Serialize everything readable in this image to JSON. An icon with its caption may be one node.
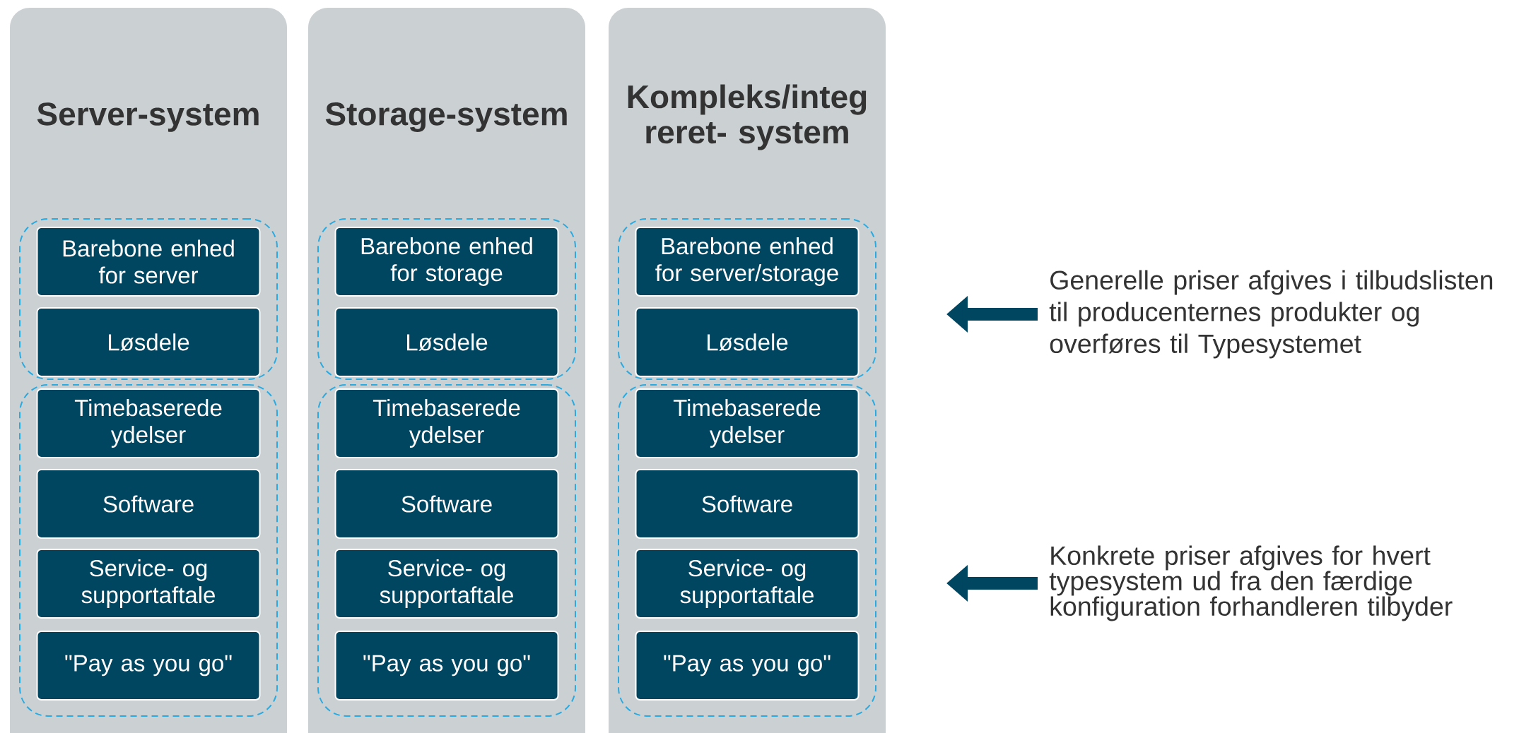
{
  "diagram": {
    "nodes": [
      {
        "text": [
          "Server-system"
        ]
      },
      {
        "text": [],
        "shape": "box",
        "in": 0
      },
      {
        "text": [
          "Barebone enhed for server"
        ],
        "in": 1
      },
      {
        "text": [
          "Løsdele"
        ],
        "in": 1
      },
      {
        "text": [],
        "shape": "box",
        "in": 0
      },
      {
        "text": [
          "Timebaserede ydelser"
        ],
        "in": 4
      },
      {
        "text": [
          "Software"
        ],
        "in": 4
      },
      {
        "text": [
          "Service- og supportaftale"
        ],
        "in": 4
      },
      {
        "text": [
          "\"Pay as you go\""
        ],
        "in": 4
      },
      {
        "text": [
          "Storage-system"
        ]
      },
      {
        "text": [],
        "shape": "box",
        "in": 9
      },
      {
        "text": [
          "Barebone enhed for storage"
        ],
        "in": 10
      },
      {
        "text": [
          "Løsdele"
        ],
        "in": 10
      },
      {
        "text": [],
        "shape": "box",
        "in": 9
      },
      {
        "text": [
          "Timebaserede ydelser"
        ],
        "in": 13
      },
      {
        "text": [
          "Software"
        ],
        "in": 13
      },
      {
        "text": [
          "Service- og supportaftale"
        ],
        "in": 13
      },
      {
        "text": [
          "\"Pay as you go\""
        ],
        "in": 13
      },
      {
        "text": [
          "Kompleks/integ reret- system"
        ]
      },
      {
        "text": [],
        "shape": "box",
        "in": 18
      },
      {
        "text": [
          "Barebone enhed for server/storage"
        ],
        "in": 19
      },
      {
        "text": [
          "Løsdele"
        ],
        "in": 19
      },
      {
        "text": [],
        "shape": "box",
        "in": 18
      },
      {
        "text": [
          "Timebaserede ydelser"
        ],
        "in": 22
      },
      {
        "text": [
          "Software"
        ],
        "in": 22
      },
      {
        "text": [
          "Service- og supportaftale"
        ],
        "in": 22
      },
      {
        "text": [
          "\"Pay as you go\""
        ],
        "in": 22
      },
      {
        "text": [
          "Generelle priser afgives i tilbudslisten til producenternes produkter og overføres til Typesystemet"
        ]
      },
      {
        "text": [
          "Konkrete priser afgives for hvert typesystem ud fra den færdige konfiguration forhandleren tilbyder"
        ]
      }
    ],
    "edges": [
      {
        "from": 27,
        "to": null,
        "arrow": "to"
      },
      {
        "from": 28,
        "to": null,
        "arrow": "to"
      }
    ]
  }
}
